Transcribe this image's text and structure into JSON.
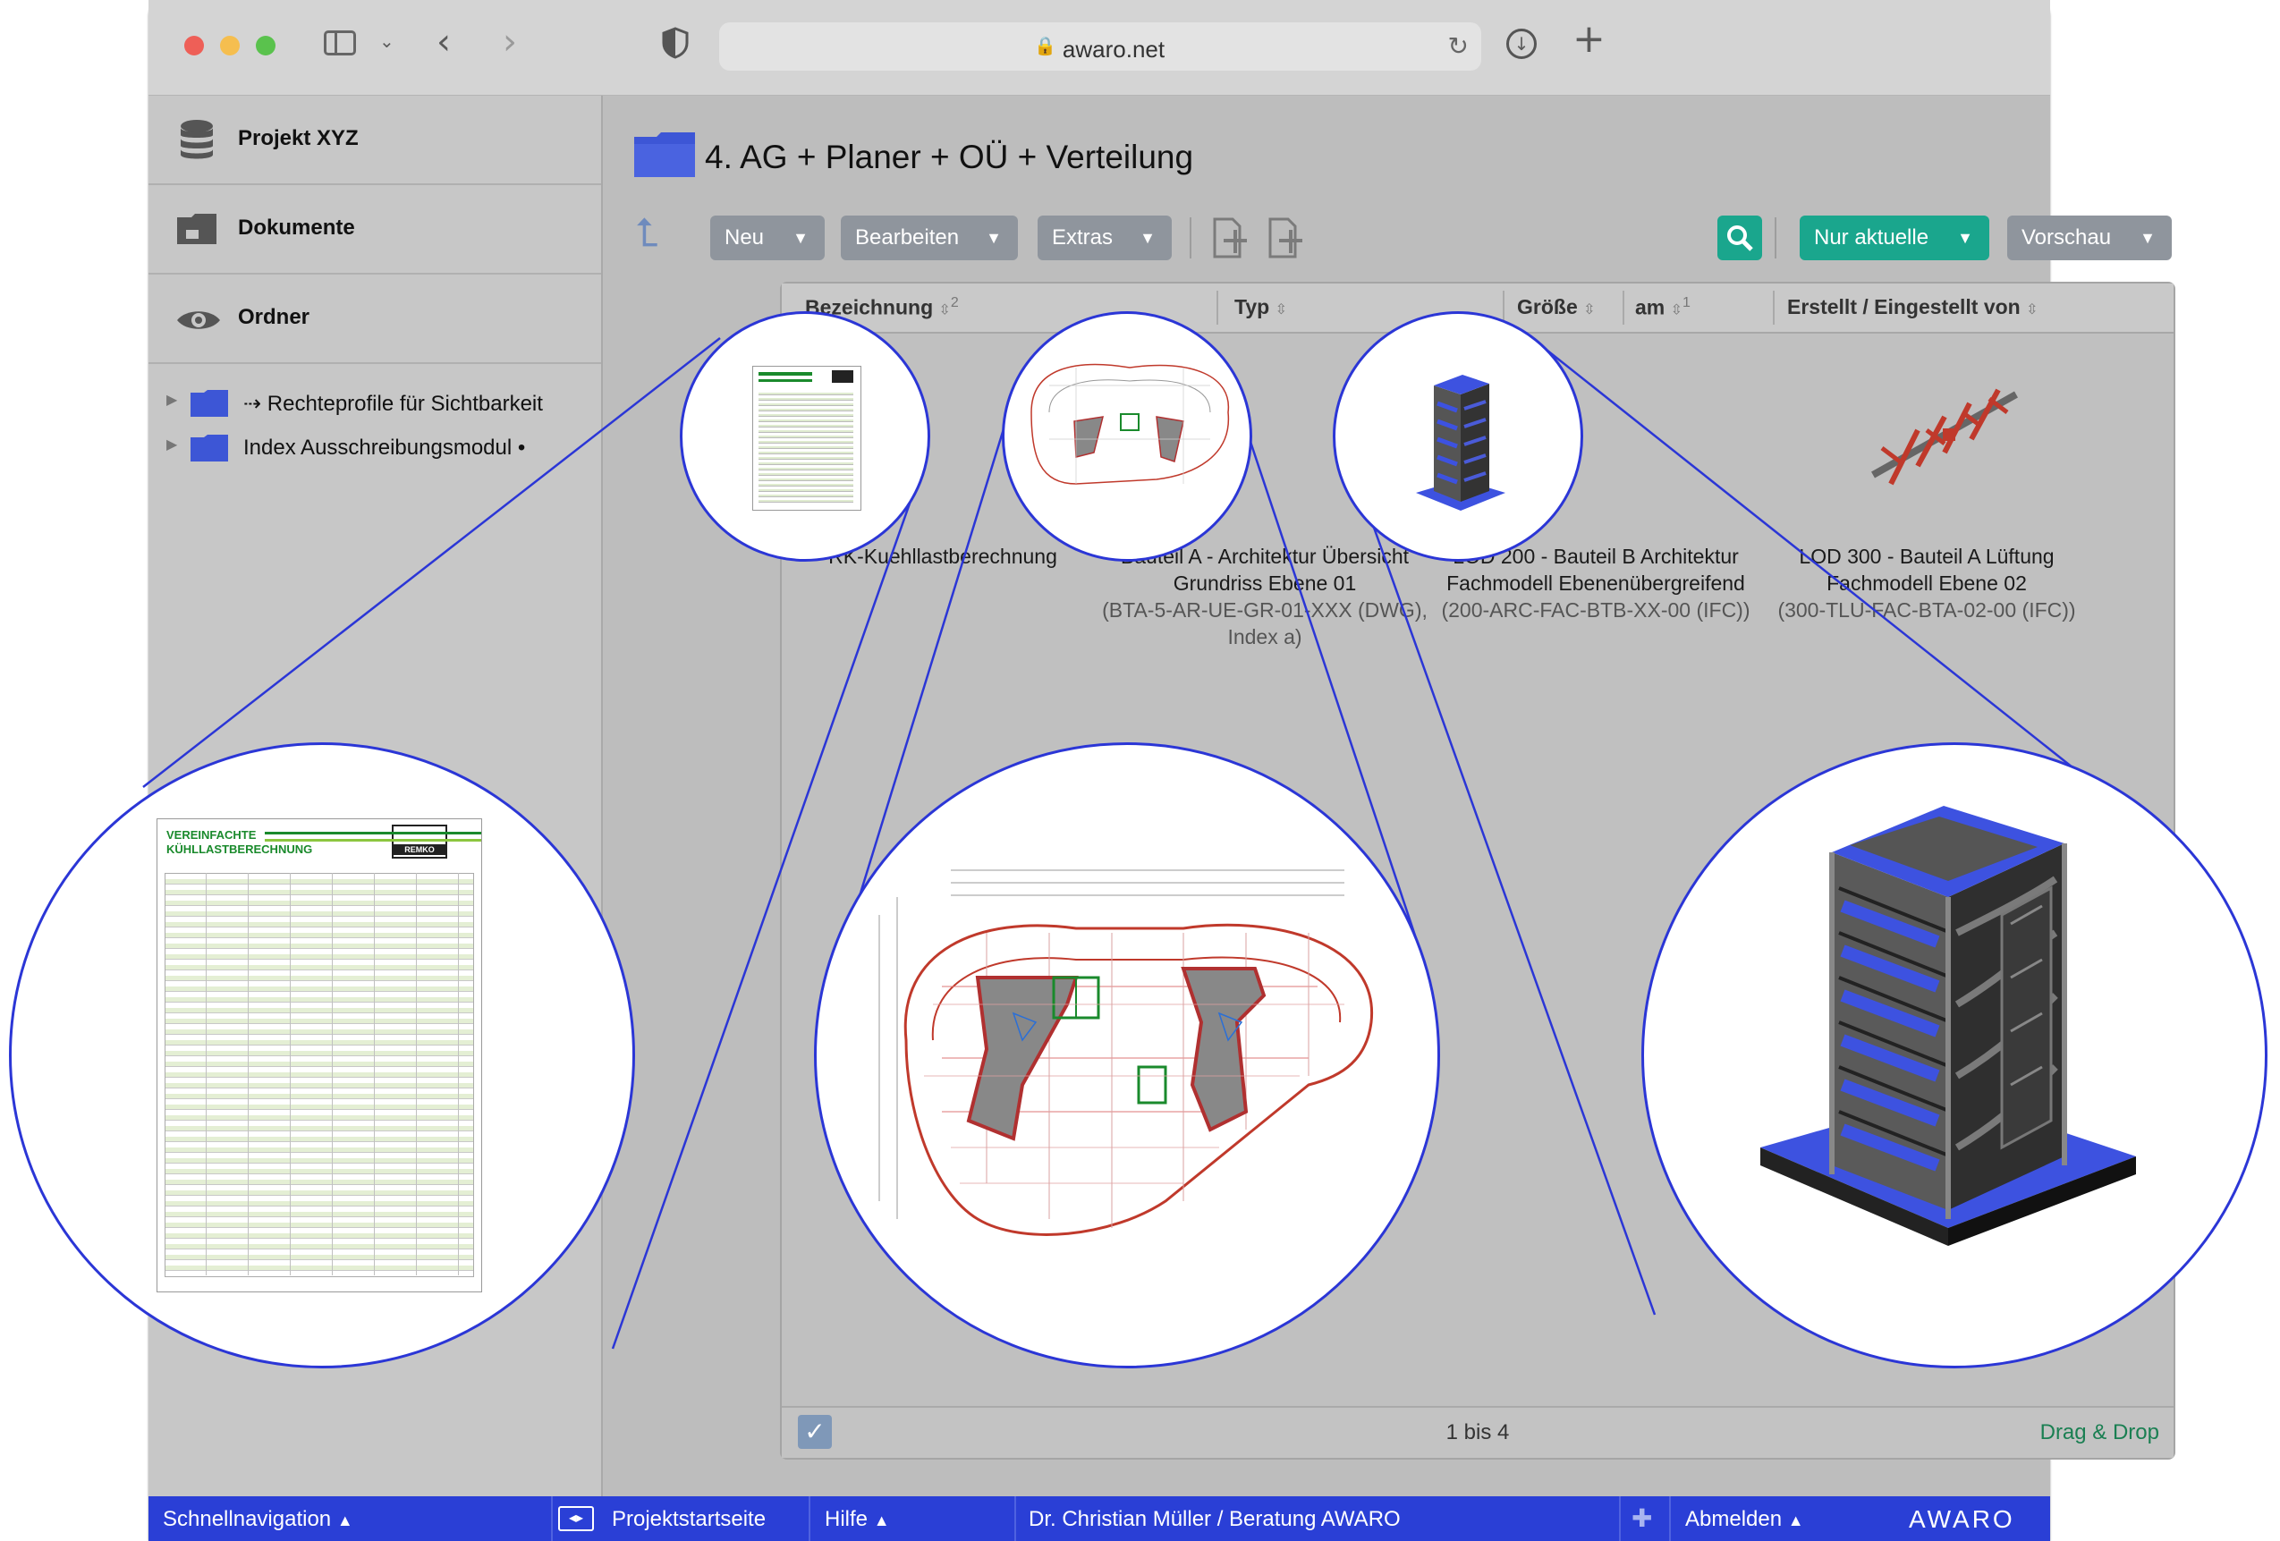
{
  "browser": {
    "url": "awaro.net"
  },
  "sidebar": {
    "project": "Projekt XYZ",
    "documents": "Dokumente",
    "folders": "Ordner",
    "tree": [
      {
        "label": "⇢ Rechteprofile für Sichtbarkeit"
      },
      {
        "label": "Index Ausschreibungsmodul •"
      }
    ]
  },
  "main": {
    "title": "4. AG + Planer + OÜ + Verteilung",
    "toolbar": {
      "new": "Neu",
      "edit": "Bearbeiten",
      "extras": "Extras",
      "filter": "Nur aktuelle",
      "preview": "Vorschau"
    },
    "columns": {
      "name": "Bezeichnung",
      "name_sort": "2",
      "type": "Typ",
      "size": "Größe",
      "date": "am",
      "date_sort": "1",
      "creator": "Erstellt / Eingestellt von"
    },
    "items": [
      {
        "title": "RK-Kuehllastberechnung",
        "title2": "",
        "sub": "",
        "sub2": ""
      },
      {
        "title": "Bauteil A - Architektur Übersicht",
        "title2": "Grundriss Ebene 01",
        "sub": "(BTA-5-AR-UE-GR-01-XXX (DWG),",
        "sub2": "Index a)"
      },
      {
        "title": "LOD 200 - Bauteil B Architektur",
        "title2": "Fachmodell Ebenenübergreifend",
        "sub": "(200-ARC-FAC-BTB-XX-00 (IFC))",
        "sub2": ""
      },
      {
        "title": "LOD 300 - Bauteil A Lüftung",
        "title2": "Fachmodell Ebene 02",
        "sub": "(300-TLU-FAC-BTA-02-00 (IFC))",
        "sub2": ""
      }
    ],
    "footer": {
      "count": "1 bis 4",
      "dragdrop": "Drag & Drop"
    }
  },
  "zoom_doc": {
    "title1": "VEREINFACHTE",
    "title2": "KÜHLLASTBERECHNUNG",
    "logo": "REMKO"
  },
  "bottombar": {
    "nav": "Schnellnavigation",
    "start": "Projektstartseite",
    "help": "Hilfe",
    "user": "Dr. Christian Müller / Beratung AWARO",
    "logout": "Abmelden",
    "brand": "AWARO"
  },
  "colors": {
    "accent": "#2a3fd6",
    "teal": "#1aa68d",
    "folder": "#3d56d6"
  }
}
